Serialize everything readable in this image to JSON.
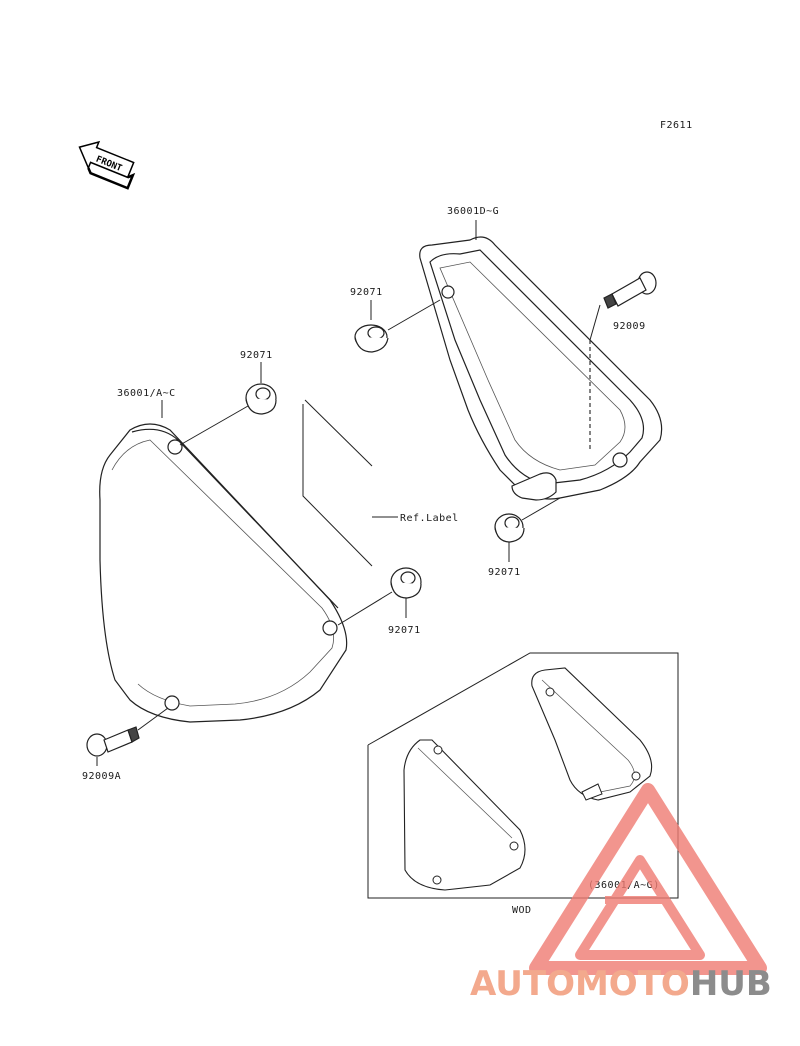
{
  "diagram": {
    "figure_code": "F2611",
    "front_arrow": "FRONT",
    "labels": {
      "cover_right": "36001D~G",
      "cover_left": "36001/A~C",
      "grommet_upper_right": "92071",
      "grommet_upper_left": "92071",
      "grommet_lower_right": "92071",
      "grommet_middle": "92071",
      "bolt_right": "92009",
      "bolt_left": "92009A",
      "ref_label": "Ref.Label",
      "inset_part": "(36001/A~G)",
      "inset_variant": "WOD"
    }
  },
  "watermark": {
    "text_part1": "AUTOMOTO",
    "text_part2": "HUB",
    "color_part1": "#f3a98d",
    "color_part2": "#8c8c8c",
    "logo_color": "#ef7b72"
  }
}
